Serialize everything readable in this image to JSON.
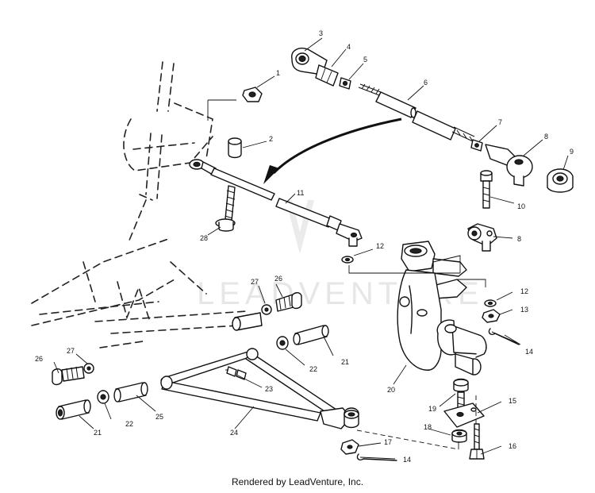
{
  "diagram": {
    "callouts": [
      "1",
      "2",
      "3",
      "4",
      "5",
      "6",
      "7",
      "8",
      "9",
      "10",
      "11",
      "12",
      "8",
      "12",
      "13",
      "14",
      "15",
      "16",
      "17",
      "14",
      "18",
      "19",
      "20",
      "21",
      "22",
      "23",
      "24",
      "25",
      "21",
      "22",
      "26",
      "27",
      "26",
      "27",
      "28"
    ],
    "watermark": "LEADVENTURE"
  },
  "footer": {
    "text": "Rendered by LeadVenture, Inc."
  }
}
